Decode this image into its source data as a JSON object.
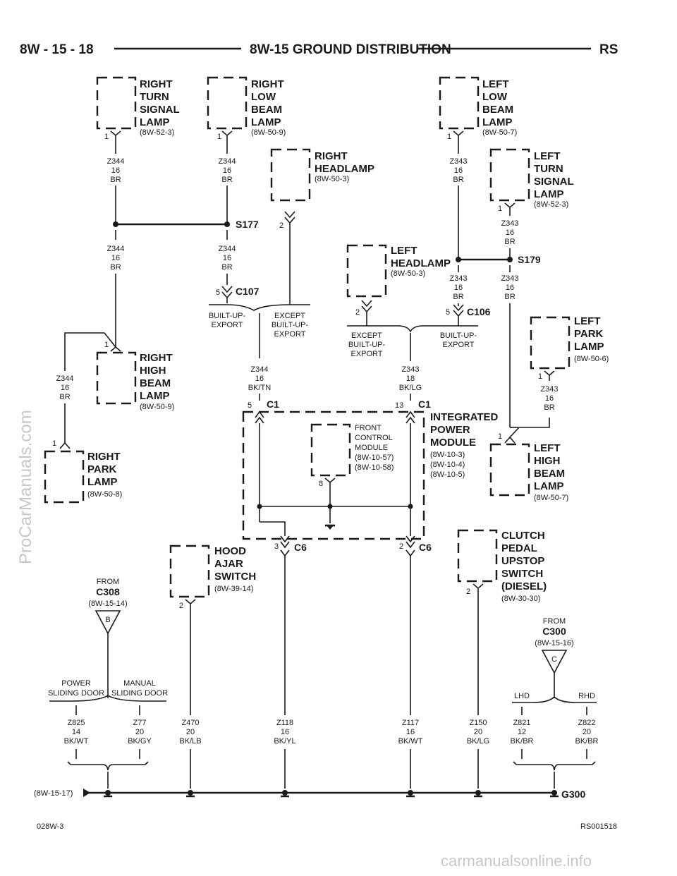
{
  "header": {
    "page_number": "8W - 15 - 18",
    "title": "8W-15 GROUND DISTRIBUTION",
    "model": "RS"
  },
  "components": {
    "right_turn_signal_lamp": {
      "name_lines": [
        "RIGHT",
        "TURN",
        "SIGNAL",
        "LAMP"
      ],
      "ref": "(8W-52-3)",
      "pin": "1"
    },
    "right_low_beam_lamp": {
      "name_lines": [
        "RIGHT",
        "LOW",
        "BEAM",
        "LAMP"
      ],
      "ref": "(8W-50-9)",
      "pin": "1"
    },
    "left_low_beam_lamp": {
      "name_lines": [
        "LEFT",
        "LOW",
        "BEAM",
        "LAMP"
      ],
      "ref": "(8W-50-7)",
      "pin": "1"
    },
    "right_headlamp": {
      "name_lines": [
        "RIGHT",
        "HEADLAMP"
      ],
      "ref": "(8W-50-3)",
      "pin": "2"
    },
    "left_turn_signal_lamp": {
      "name_lines": [
        "LEFT",
        "TURN",
        "SIGNAL",
        "LAMP"
      ],
      "ref": "(8W-52-3)",
      "pin": "1"
    },
    "left_headlamp": {
      "name_lines": [
        "LEFT",
        "HEADLAMP"
      ],
      "ref": "(8W-50-3)",
      "pin": "2"
    },
    "left_park_lamp": {
      "name_lines": [
        "LEFT",
        "PARK",
        "LAMP"
      ],
      "ref": "(8W-50-6)",
      "pin": "1"
    },
    "right_high_beam_lamp": {
      "name_lines": [
        "RIGHT",
        "HIGH",
        "BEAM",
        "LAMP"
      ],
      "ref": "(8W-50-9)",
      "pin": "1"
    },
    "right_park_lamp": {
      "name_lines": [
        "RIGHT",
        "PARK",
        "LAMP"
      ],
      "ref": "(8W-50-8)",
      "pin": "1"
    },
    "integrated_power_module": {
      "name_lines": [
        "INTEGRATED",
        "POWER",
        "MODULE"
      ],
      "refs": [
        "(8W-10-3)",
        "(8W-10-4)",
        "(8W-10-5)"
      ]
    },
    "front_control_module": {
      "name_lines": [
        "FRONT",
        "CONTROL",
        "MODULE"
      ],
      "refs": [
        "(8W-10-57)",
        "(8W-10-58)"
      ],
      "pin": "8"
    },
    "left_high_beam_lamp": {
      "name_lines": [
        "LEFT",
        "HIGH",
        "BEAM",
        "LAMP"
      ],
      "ref": "(8W-50-7)",
      "pin": "1"
    },
    "hood_ajar_switch": {
      "name_lines": [
        "HOOD",
        "AJAR",
        "SWITCH"
      ],
      "ref": "(8W-39-14)",
      "pin": "2"
    },
    "clutch_pedal_upstop_switch": {
      "name_lines": [
        "CLUTCH",
        "PEDAL",
        "UPSTOP",
        "SWITCH",
        "(DIESEL)"
      ],
      "ref": "(8W-30-30)",
      "pin": "2"
    }
  },
  "wires": {
    "rts": [
      "Z344",
      "16",
      "BR"
    ],
    "rlb": [
      "Z344",
      "16",
      "BR"
    ],
    "llb": [
      "Z343",
      "16",
      "BR"
    ],
    "lts": [
      "Z343",
      "16",
      "BR"
    ],
    "s177_left_down": [
      "Z344",
      "16",
      "BR"
    ],
    "s177_down": [
      "Z344",
      "16",
      "BR"
    ],
    "s179_left_down": [
      "Z343",
      "16",
      "BR"
    ],
    "s179_right_down": [
      "Z343",
      "16",
      "BR"
    ],
    "rhb": [
      "Z344",
      "16",
      "BR"
    ],
    "c107_out": [
      "Z344",
      "16",
      "BK/TN"
    ],
    "c106_out": [
      "Z343",
      "18",
      "BK/LG"
    ],
    "lpk": [
      "Z343",
      "16",
      "BR"
    ],
    "z825": [
      "Z825",
      "14",
      "BK/WT"
    ],
    "z77": [
      "Z77",
      "20",
      "BK/GY"
    ],
    "z470": [
      "Z470",
      "20",
      "BK/LB"
    ],
    "z118": [
      "Z118",
      "16",
      "BK/YL"
    ],
    "z117": [
      "Z117",
      "16",
      "BK/WT"
    ],
    "z150": [
      "Z150",
      "20",
      "BK/LG"
    ],
    "z821": [
      "Z821",
      "12",
      "BK/BR"
    ],
    "z822": [
      "Z822",
      "20",
      "BK/BR"
    ]
  },
  "splices": {
    "s177": "S177",
    "s179": "S179"
  },
  "connectors": {
    "c107": {
      "label": "C107",
      "pin": "5",
      "pin_alt": "2"
    },
    "c106": {
      "label": "C106",
      "pin": "5",
      "pin_alt": "2"
    },
    "c1_left": {
      "label": "C1",
      "pin": "5"
    },
    "c1_right": {
      "label": "C1",
      "pin": "13"
    },
    "c6_left": {
      "label": "C6",
      "pin": "3"
    },
    "c6_right": {
      "label": "C6",
      "pin": "2"
    }
  },
  "options": {
    "builtup_export_1": [
      "BUILT-UP-",
      "EXPORT"
    ],
    "except_builtup_1": [
      "EXCEPT",
      "BUILT-UP-",
      "EXPORT"
    ],
    "except_builtup_2": [
      "EXCEPT",
      "BUILT-UP-",
      "EXPORT"
    ],
    "builtup_export_2": [
      "BUILT-UP-",
      "EXPORT"
    ],
    "power_sliding": [
      "POWER",
      "SLIDING DOOR"
    ],
    "manual_sliding": [
      "MANUAL",
      "SLIDING DOOR"
    ],
    "lhd": "LHD",
    "rhd": "RHD"
  },
  "from_refs": {
    "c308": {
      "from": "FROM",
      "label": "C308",
      "ref": "(8W-15-14)",
      "letter": "B"
    },
    "c300": {
      "from": "FROM",
      "label": "C300",
      "ref": "(8W-15-16)",
      "letter": "C"
    }
  },
  "ground": {
    "label": "G300",
    "ref": "(8W-15-17)"
  },
  "footer": {
    "left_code": "028W-3",
    "right_code": "RS001518"
  },
  "watermarks": {
    "side": "ProCarManuals.com",
    "bottom": "carmanualsonline.info"
  }
}
